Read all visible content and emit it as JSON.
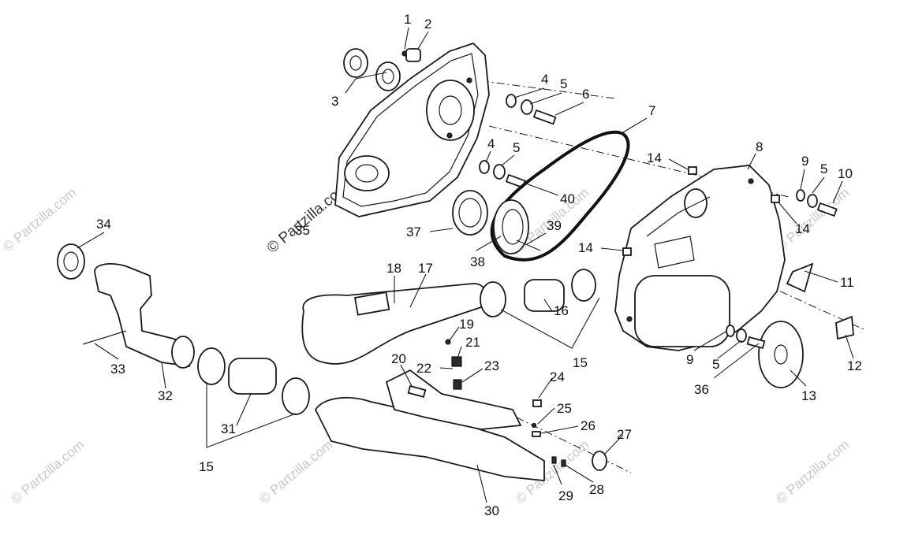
{
  "watermark": {
    "text": "© Partzilla.com"
  },
  "callouts": {
    "c1": "1",
    "c2": "2",
    "c3": "3",
    "c4a": "4",
    "c4b": "4",
    "c5a": "5",
    "c5b": "5",
    "c5c": "5",
    "c5d": "5",
    "c6": "6",
    "c7": "7",
    "c8": "8",
    "c9a": "9",
    "c9b": "9",
    "c10": "10",
    "c11": "11",
    "c12": "12",
    "c13": "13",
    "c14a": "14",
    "c14b": "14",
    "c14c": "14",
    "c15a": "15",
    "c15b": "15",
    "c16": "16",
    "c17": "17",
    "c18": "18",
    "c19": "19",
    "c20": "20",
    "c21": "21",
    "c22": "22",
    "c23": "23",
    "c24": "24",
    "c25": "25",
    "c26": "26",
    "c27": "27",
    "c28": "28",
    "c29": "29",
    "c30": "30",
    "c31": "31",
    "c32": "32",
    "c33": "33",
    "c34": "34",
    "c35": "35",
    "c36": "36",
    "c37": "37",
    "c38": "38",
    "c39": "39",
    "c40": "40"
  }
}
